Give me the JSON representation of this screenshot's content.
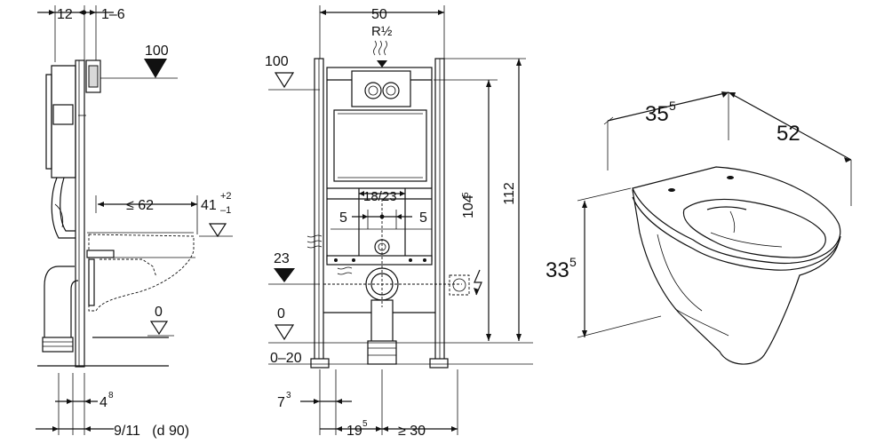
{
  "side_view": {
    "dim_top_left": "12",
    "dim_top_right": "1–6",
    "level_100": "100",
    "dim_width": "≤ 62",
    "dim_height_base": "41",
    "dim_height_sup": "+2",
    "dim_height_sub": "–1",
    "level_0": "0",
    "dim_bottom_4": "4",
    "dim_bottom_4_sup": "8",
    "dim_bottom_pipe": "9/11   (d 90)"
  },
  "front_view": {
    "dim_width": "50",
    "inlet_label": "R½",
    "level_100": "100",
    "dim_18_23": "18/23",
    "dim_5_left": "5",
    "dim_5_right": "5",
    "level_23": "23",
    "level_0": "0",
    "range_0_20": "0–20",
    "dim_104": "104",
    "dim_104_sup": "5",
    "dim_112": "112",
    "dim_7": "7",
    "dim_7_sup": "3",
    "dim_19": "19",
    "dim_19_sup": "5",
    "dim_30": "≥ 30"
  },
  "bowl_view": {
    "dim_width_base": "35",
    "dim_width_sup": "5",
    "dim_depth": "52",
    "dim_height_base": "33",
    "dim_height_sup": "5"
  },
  "icons": [
    "water-inlet-icon",
    "electrical-connection-icon",
    "level-triangle-icon"
  ]
}
